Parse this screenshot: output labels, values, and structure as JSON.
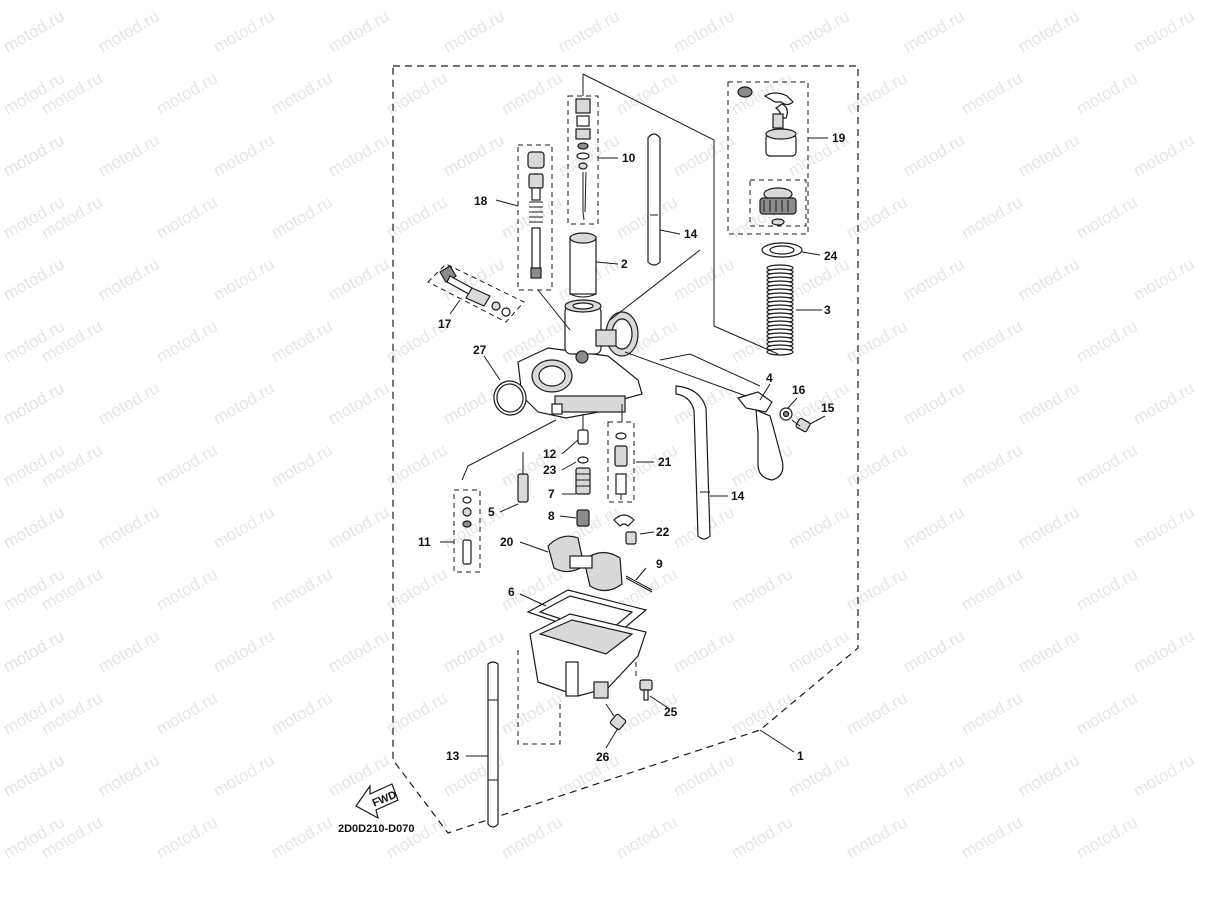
{
  "watermark": {
    "text": "motod.ru"
  },
  "diagram_code": "2D0D210-D070",
  "fwd_label": "FWD",
  "callouts": {
    "c1": "1",
    "c2": "2",
    "c3": "3",
    "c4": "4",
    "c5": "5",
    "c6": "6",
    "c7": "7",
    "c8": "8",
    "c9": "9",
    "c10": "10",
    "c11": "11",
    "c12": "12",
    "c13": "13",
    "c14a": "14",
    "c14b": "14",
    "c15": "15",
    "c16": "16",
    "c17": "17",
    "c18": "18",
    "c19": "19",
    "c20": "20",
    "c21": "21",
    "c22": "22",
    "c23": "23",
    "c24": "24",
    "c25": "25",
    "c26": "26",
    "c27": "27"
  },
  "colors": {
    "ink": "#1a1a1a",
    "watermark": "#e6e6e6",
    "fill_gray": "#d9d9d9"
  }
}
